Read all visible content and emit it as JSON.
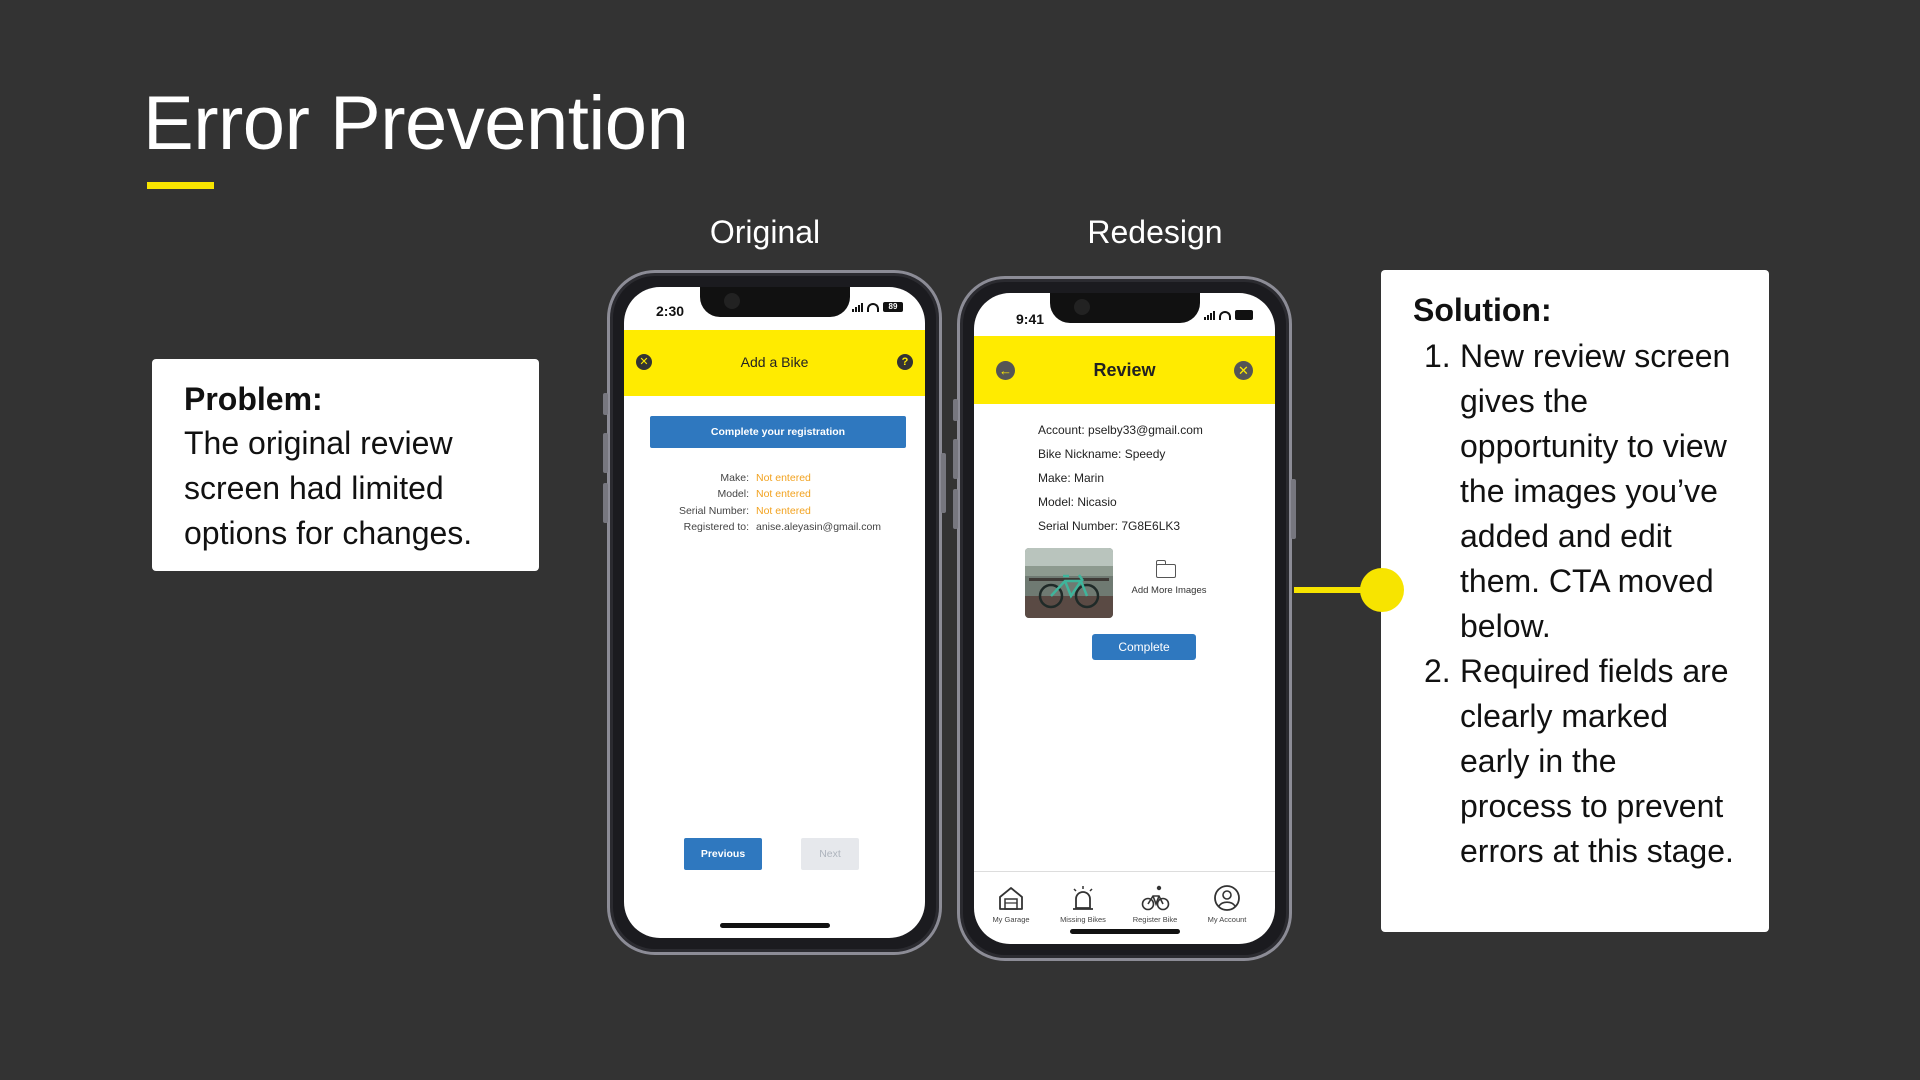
{
  "slide": {
    "title": "Error Prevention",
    "accent_color": "#F7E400",
    "background_color": "#333333"
  },
  "captions": {
    "original": "Original",
    "redesign": "Redesign"
  },
  "problem": {
    "heading": "Problem:",
    "text": "The original review screen had limited options for changes."
  },
  "solution": {
    "heading": "Solution:",
    "items": [
      {
        "num": "1.",
        "text": "New review screen gives the opportunity to view the images you’ve added and edit them. CTA moved below."
      },
      {
        "num": "2.",
        "text": "Required fields are clearly marked early in the process to prevent errors at this stage."
      }
    ]
  },
  "original_screen": {
    "time": "2:30",
    "battery": "89",
    "title": "Add a Bike",
    "close_icon": "close-icon",
    "help_icon": "help-icon",
    "banner_button": "Complete your registration",
    "fields": [
      {
        "label": "Make:",
        "value": "Not entered",
        "status": "missing"
      },
      {
        "label": "Model:",
        "value": "Not entered",
        "status": "missing"
      },
      {
        "label": "Serial Number:",
        "value": "Not entered",
        "status": "missing"
      },
      {
        "label": "Registered to:",
        "value": "anise.aleyasin@gmail.com",
        "status": "ok"
      }
    ],
    "previous_button": "Previous",
    "next_button": "Next",
    "warn_color": "#F2A21F",
    "button_color": "#2F78BF",
    "bar_color": "#FFEB00"
  },
  "redesign_screen": {
    "time": "9:41",
    "title": "Review",
    "back_icon": "back-arrow-icon",
    "close_icon": "close-icon",
    "lines": [
      "Account: pselby33@gmail.com",
      "Bike Nickname: Speedy",
      "Make: Marin",
      "Model: Nicasio",
      "Serial Number: 7G8E6LK3"
    ],
    "add_images": "Add More Images",
    "complete_button": "Complete",
    "tabs": [
      {
        "label": "My Garage",
        "icon": "garage-icon"
      },
      {
        "label": "Missing Bikes",
        "icon": "alarm-icon"
      },
      {
        "label": "Register Bike",
        "icon": "bike-icon"
      },
      {
        "label": "My Account",
        "icon": "account-icon"
      }
    ]
  }
}
